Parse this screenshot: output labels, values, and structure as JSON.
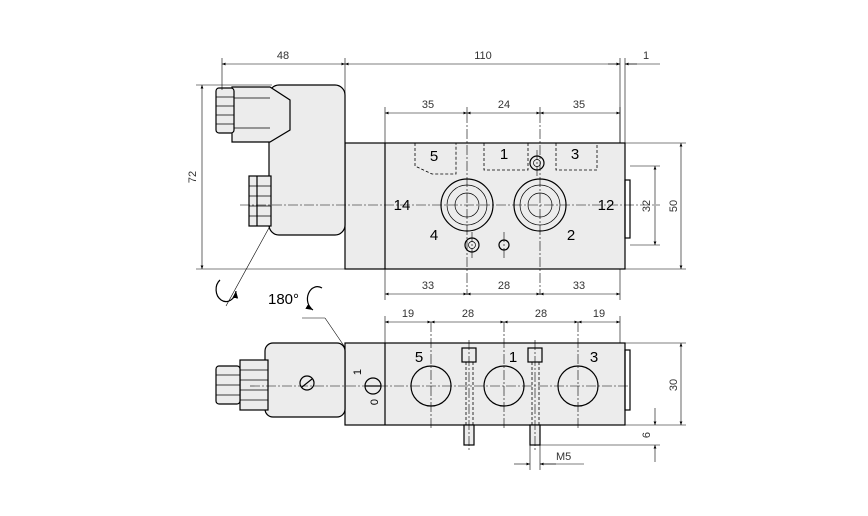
{
  "dimensions": {
    "coil_length": "48",
    "body_length": "110",
    "offset": "1",
    "height_total": "72",
    "port_spacing_top_left": "35",
    "port_spacing_top_mid": "24",
    "port_spacing_top_right": "35",
    "port_spacing_bottom_left": "33",
    "port_spacing_bottom_mid": "28",
    "port_spacing_bottom_right": "33",
    "body_height": "50",
    "pilot_height": "32",
    "side_19_left": "19",
    "side_28_left": "28",
    "side_28_right": "28",
    "side_19_right": "19",
    "side_height": "30",
    "screw_height": "6",
    "thread": "M5"
  },
  "ports": {
    "p5": "5",
    "p1": "1",
    "p3": "3",
    "p14": "14",
    "p12": "12",
    "p4": "4",
    "p2": "2",
    "s5": "5",
    "s1": "1",
    "s3": "3"
  },
  "rotation": {
    "label": "180°"
  },
  "switch": {
    "on": "1",
    "off": "0"
  }
}
